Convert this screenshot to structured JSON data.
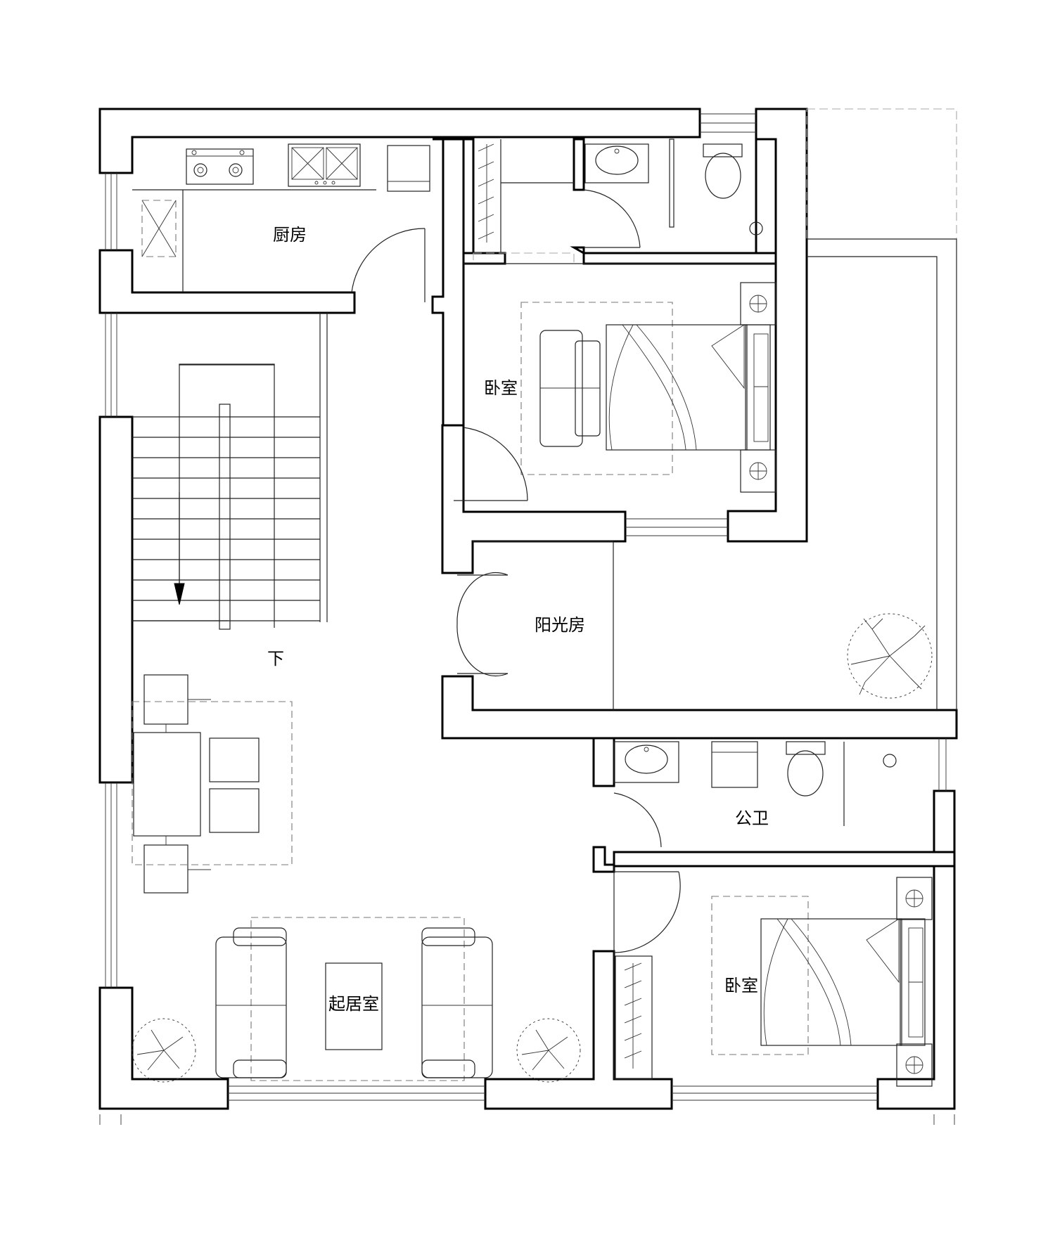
{
  "rooms": {
    "kitchen": "厨房",
    "bedroom_1": "卧室",
    "sunroom": "阳光房",
    "living_room": "起居室",
    "public_bathroom": "公卫",
    "bedroom_2": "卧室"
  },
  "stair_direction": "下",
  "icons": [
    "stove-icon",
    "sink-icon",
    "toilet-icon",
    "bed-icon",
    "sofa-icon",
    "tree-icon",
    "door-swing-icon",
    "wardrobe-icon",
    "stair-arrow-icon"
  ]
}
